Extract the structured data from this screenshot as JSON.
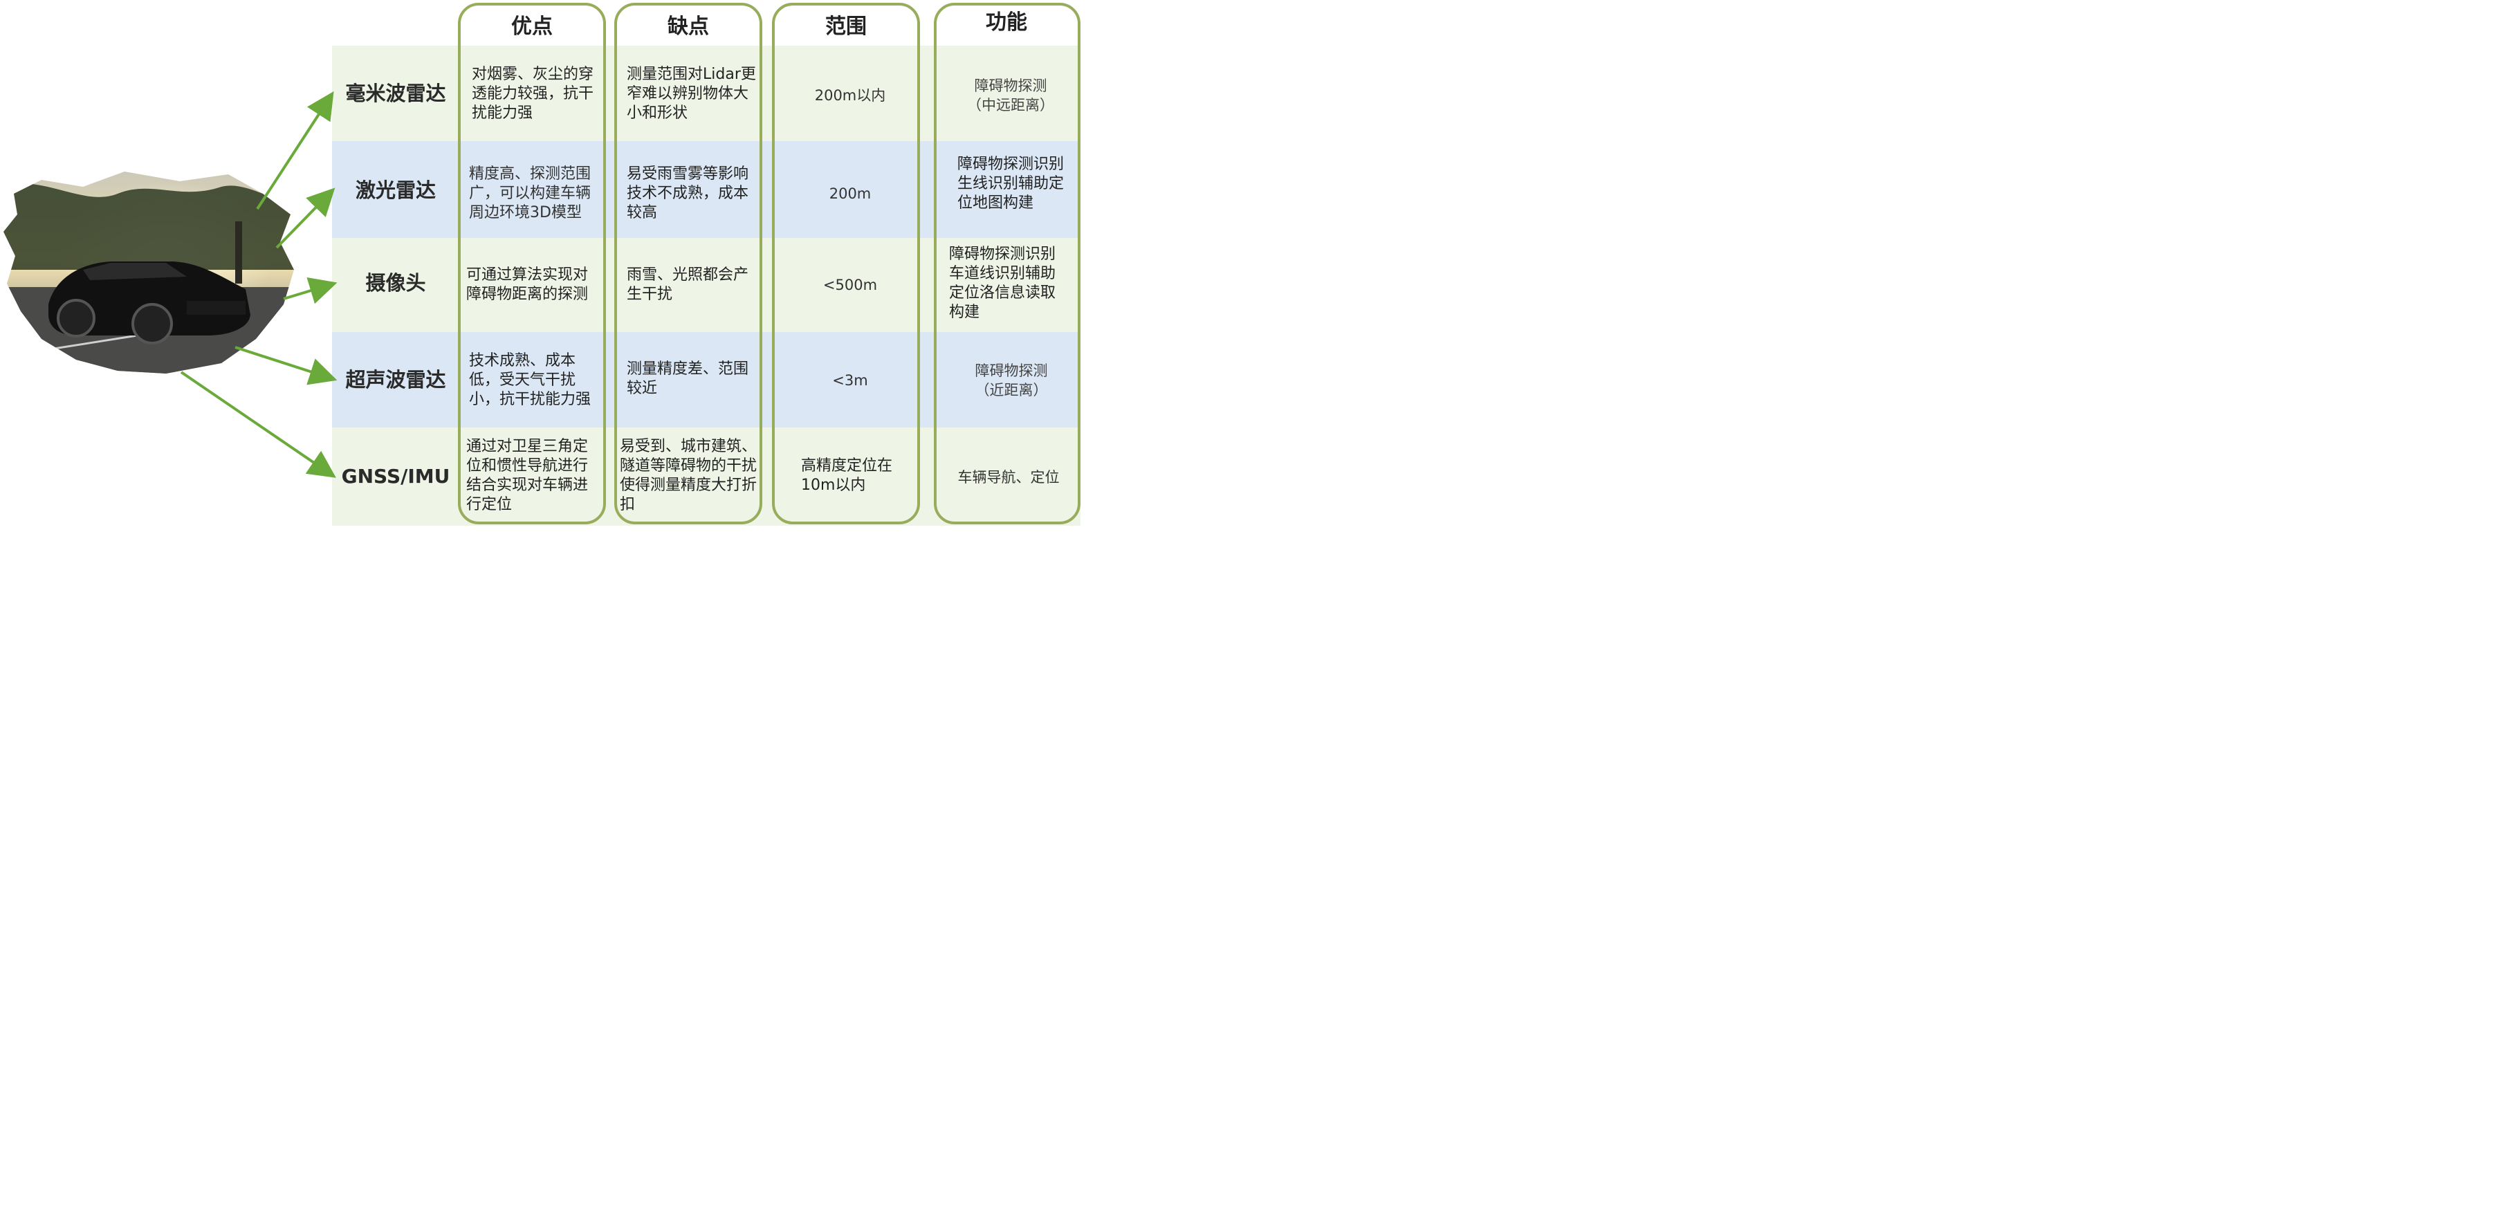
{
  "headers": {
    "advantages": "优点",
    "disadvantages": "缺点",
    "range": "范围",
    "function": "功能"
  },
  "rows": [
    {
      "name": "毫米波雷达",
      "advantages": "对烟雾、灰尘的穿透能力较强，抗干扰能力强",
      "disadvantages": "测量范围对Lidar更窄难以辨别物体大小和形状",
      "range": "200m以内",
      "function": "障碍物探测（中远距离）"
    },
    {
      "name": "激光雷达",
      "advantages": "精度高、探测范围广，可以构建车辆周边环境3D模型",
      "disadvantages": "易受雨雪雾等影响技术不成熟，成本较高",
      "range": "200m",
      "function": "障碍物探测识别生线识别辅助定位地图构建"
    },
    {
      "name": "摄像头",
      "advantages": "可通过算法实现对障碍物距离的探测",
      "disadvantages": "雨雪、光照都会产生干扰",
      "range": "<500m",
      "function": "障碍物探测识别车道线识别辅助定位洛信息读取构建"
    },
    {
      "name": "超声波雷达",
      "advantages": "技术成熟、成本低，受天气干扰小，抗干扰能力强",
      "disadvantages": "测量精度差、范围较近",
      "range": "<3m",
      "function": "障碍物探测（近距离）"
    },
    {
      "name": "GNSS/IMU",
      "advantages": "通过对卫星三角定位和惯性导航进行结合实现对车辆进行定位",
      "disadvantages": "易受到、城市建筑、隧道等障碍物的干扰使得测量精度大打折扣",
      "range": "高精度定位在10m以内",
      "function": "车辆导航、定位"
    }
  ],
  "colors": {
    "frame": "#97ad5c",
    "arrow": "#6aaa3a",
    "band_green": "#eef4e6",
    "band_blue": "#dbe7f4"
  },
  "icons": {
    "car": "car-photo-icon",
    "arrow": "arrow-right-icon"
  }
}
